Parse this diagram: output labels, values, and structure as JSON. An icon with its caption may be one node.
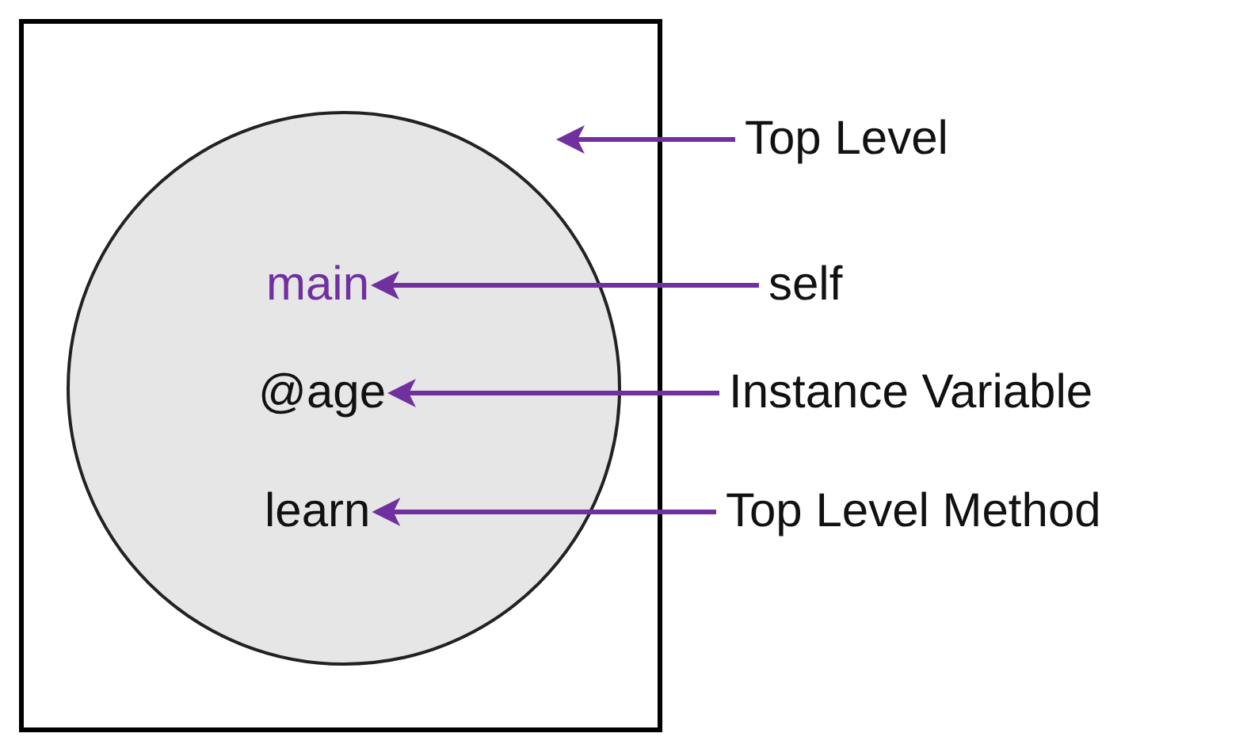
{
  "diagram": {
    "nodes": [
      {
        "text": [],
        "shape": "box"
      },
      {
        "text": [],
        "shape": "circle",
        "in": 0
      },
      {
        "text": [
          "Top Level"
        ]
      },
      {
        "text": [
          "main"
        ],
        "in": 1
      },
      {
        "text": [
          "self"
        ]
      },
      {
        "text": [
          "@age"
        ],
        "in": 1
      },
      {
        "text": [
          "Instance Variable"
        ]
      },
      {
        "text": [
          "learn"
        ],
        "in": 1
      },
      {
        "text": [
          "Top Level Method"
        ]
      }
    ],
    "edges": [
      {
        "from": 2,
        "to": 0,
        "arrow": "to"
      },
      {
        "from": 4,
        "to": 3,
        "arrow": "to"
      },
      {
        "from": 6,
        "to": 5,
        "arrow": "to"
      },
      {
        "from": 8,
        "to": 7,
        "arrow": "to"
      }
    ]
  }
}
